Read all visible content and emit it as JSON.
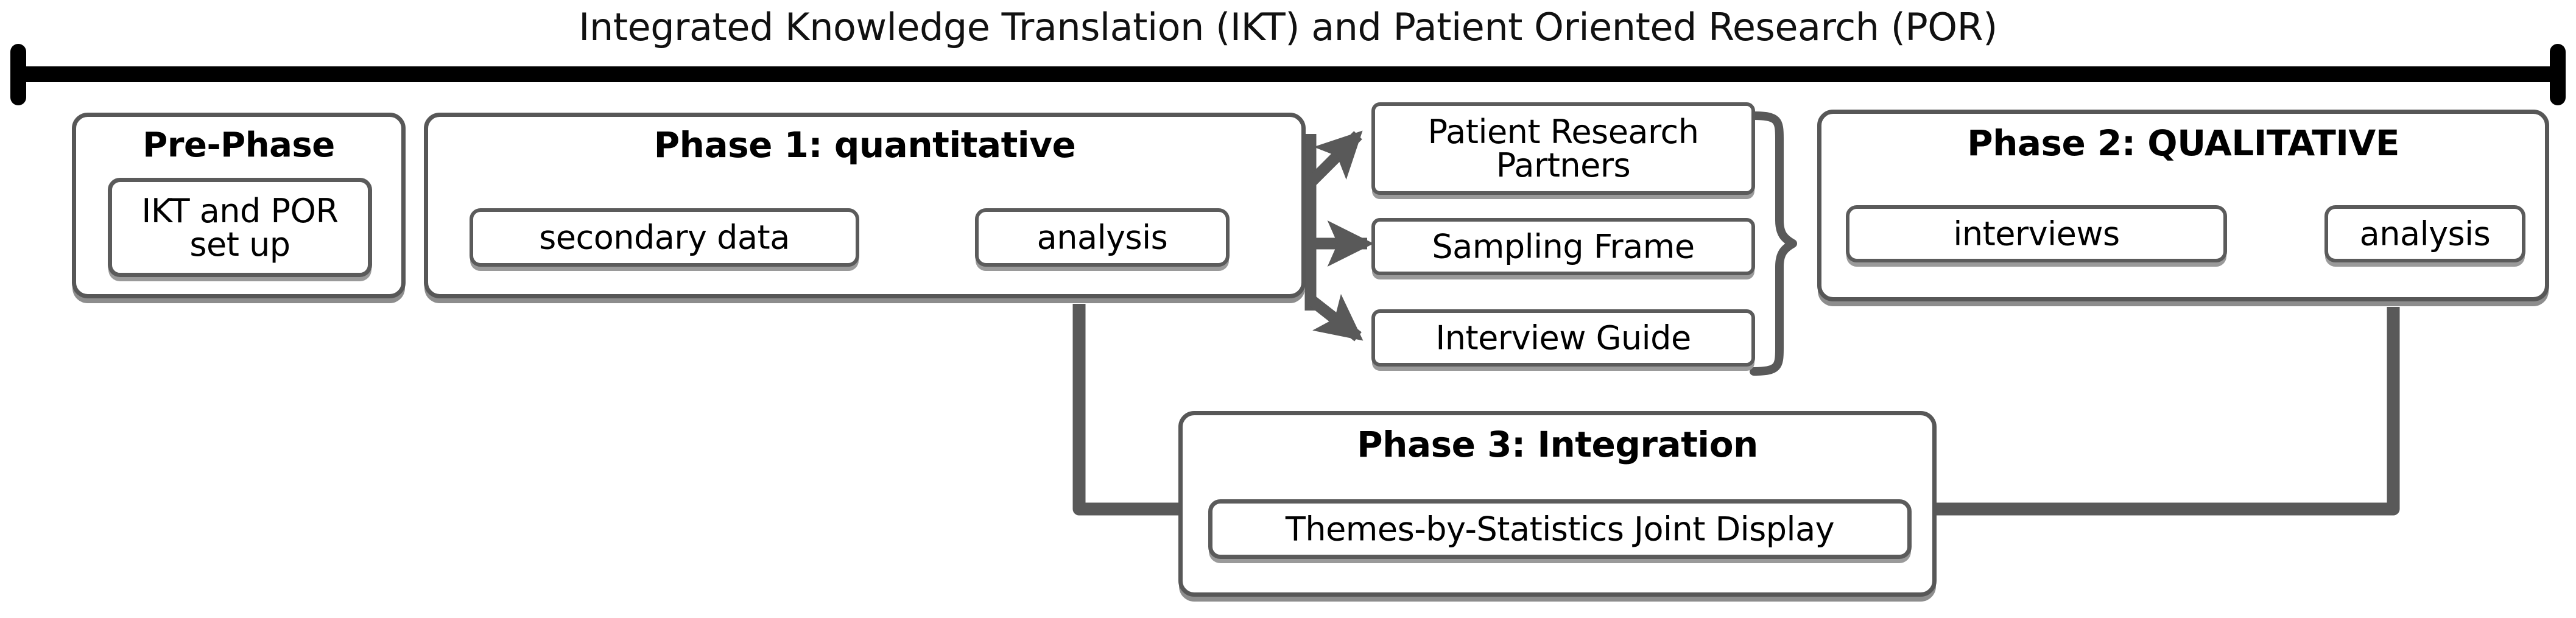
{
  "banner": {
    "title": "Integrated Knowledge Translation (IKT) and Patient Oriented Research (POR)",
    "bar_color": "#000000",
    "cap_left": "left-end-cap",
    "cap_right": "right-end-cap"
  },
  "theme": {
    "box_border": "#575757",
    "box_shadow": "#8d8d8d",
    "connector": "#595959",
    "arrow": "#595959",
    "text": "#000000",
    "background": "#ffffff"
  },
  "phases": {
    "pre_phase": {
      "title": "Pre-Phase",
      "items": [
        {
          "label": "IKT and POR\nset up"
        }
      ]
    },
    "phase1": {
      "title": "Phase 1: quantitative",
      "items": [
        {
          "label": "secondary data"
        },
        {
          "label": "analysis"
        }
      ]
    },
    "phase2": {
      "title": "Phase 2: QUALITATIVE",
      "items": [
        {
          "label": "interviews"
        },
        {
          "label": "analysis"
        }
      ]
    },
    "phase3": {
      "title": "Phase 3: Integration",
      "items": [
        {
          "label": "Themes-by-Statistics Joint Display"
        }
      ]
    }
  },
  "outputs": {
    "items": [
      {
        "label": "Patient Research\nPartners"
      },
      {
        "label": "Sampling Frame"
      },
      {
        "label": "Interview Guide"
      }
    ],
    "brace": "}"
  },
  "connectors": {
    "secondary_to_analysis": "arrow-right",
    "interviews_to_analysis": "arrow-right",
    "phase1_to_partners": "arrow-up-right",
    "phase1_to_sampling": "arrow-right",
    "phase1_to_guide": "arrow-down-right",
    "phase1_analysis_to_phase3": "elbow-down-right",
    "phase2_analysis_to_phase3": "elbow-down-left"
  }
}
